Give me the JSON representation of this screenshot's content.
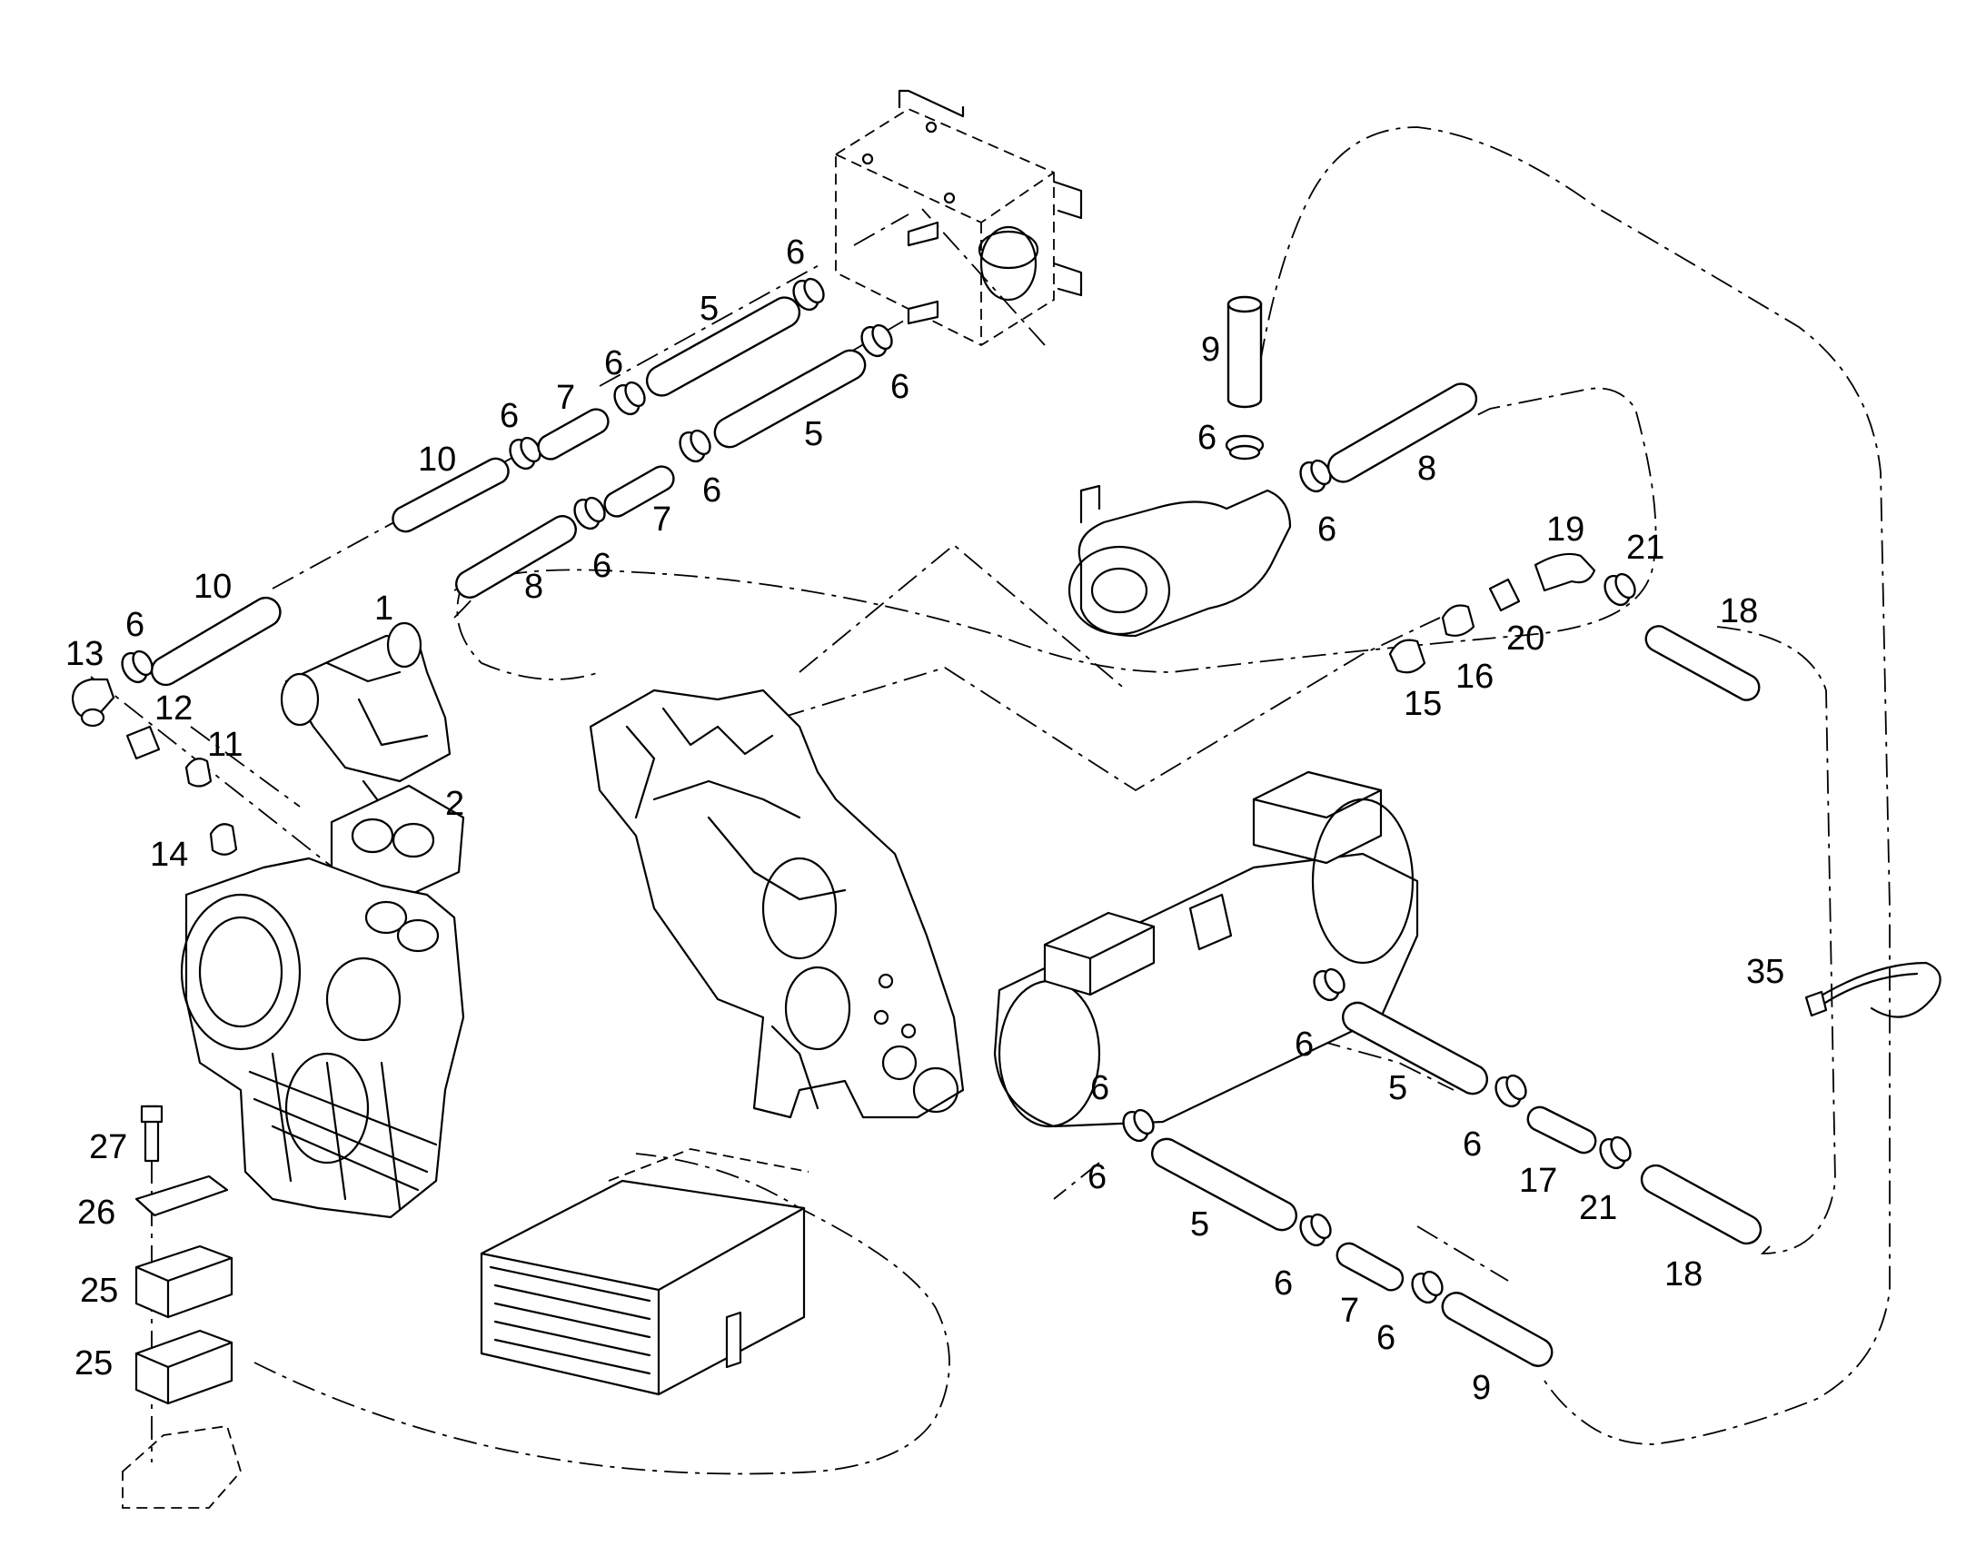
{
  "callouts": [
    {
      "id": "c-1",
      "text": "1"
    },
    {
      "id": "c-2",
      "text": "2"
    },
    {
      "id": "c-5a",
      "text": "5"
    },
    {
      "id": "c-5b",
      "text": "5"
    },
    {
      "id": "c-5c",
      "text": "5"
    },
    {
      "id": "c-5d",
      "text": "5"
    },
    {
      "id": "c-6a",
      "text": "6"
    },
    {
      "id": "c-6b",
      "text": "6"
    },
    {
      "id": "c-6c",
      "text": "6"
    },
    {
      "id": "c-6d",
      "text": "6"
    },
    {
      "id": "c-6e",
      "text": "6"
    },
    {
      "id": "c-6f",
      "text": "6"
    },
    {
      "id": "c-6g",
      "text": "6"
    },
    {
      "id": "c-6h",
      "text": "6"
    },
    {
      "id": "c-6i",
      "text": "6"
    },
    {
      "id": "c-6j",
      "text": "6"
    },
    {
      "id": "c-6k",
      "text": "6"
    },
    {
      "id": "c-6l",
      "text": "6"
    },
    {
      "id": "c-6m",
      "text": "6"
    },
    {
      "id": "c-6n",
      "text": "6"
    },
    {
      "id": "c-6o",
      "text": "6"
    },
    {
      "id": "c-7a",
      "text": "7"
    },
    {
      "id": "c-7b",
      "text": "7"
    },
    {
      "id": "c-7c",
      "text": "7"
    },
    {
      "id": "c-8a",
      "text": "8"
    },
    {
      "id": "c-8b",
      "text": "8"
    },
    {
      "id": "c-9a",
      "text": "9"
    },
    {
      "id": "c-9b",
      "text": "9"
    },
    {
      "id": "c-10a",
      "text": "10"
    },
    {
      "id": "c-10b",
      "text": "10"
    },
    {
      "id": "c-11",
      "text": "11"
    },
    {
      "id": "c-12",
      "text": "12"
    },
    {
      "id": "c-13",
      "text": "13"
    },
    {
      "id": "c-14",
      "text": "14"
    },
    {
      "id": "c-15",
      "text": "15"
    },
    {
      "id": "c-16",
      "text": "16"
    },
    {
      "id": "c-17",
      "text": "17"
    },
    {
      "id": "c-18a",
      "text": "18"
    },
    {
      "id": "c-18b",
      "text": "18"
    },
    {
      "id": "c-19",
      "text": "19"
    },
    {
      "id": "c-20",
      "text": "20"
    },
    {
      "id": "c-21a",
      "text": "21"
    },
    {
      "id": "c-21b",
      "text": "21"
    },
    {
      "id": "c-25a",
      "text": "25"
    },
    {
      "id": "c-25b",
      "text": "25"
    },
    {
      "id": "c-26",
      "text": "26"
    },
    {
      "id": "c-27",
      "text": "27"
    },
    {
      "id": "c-35",
      "text": "35"
    }
  ]
}
